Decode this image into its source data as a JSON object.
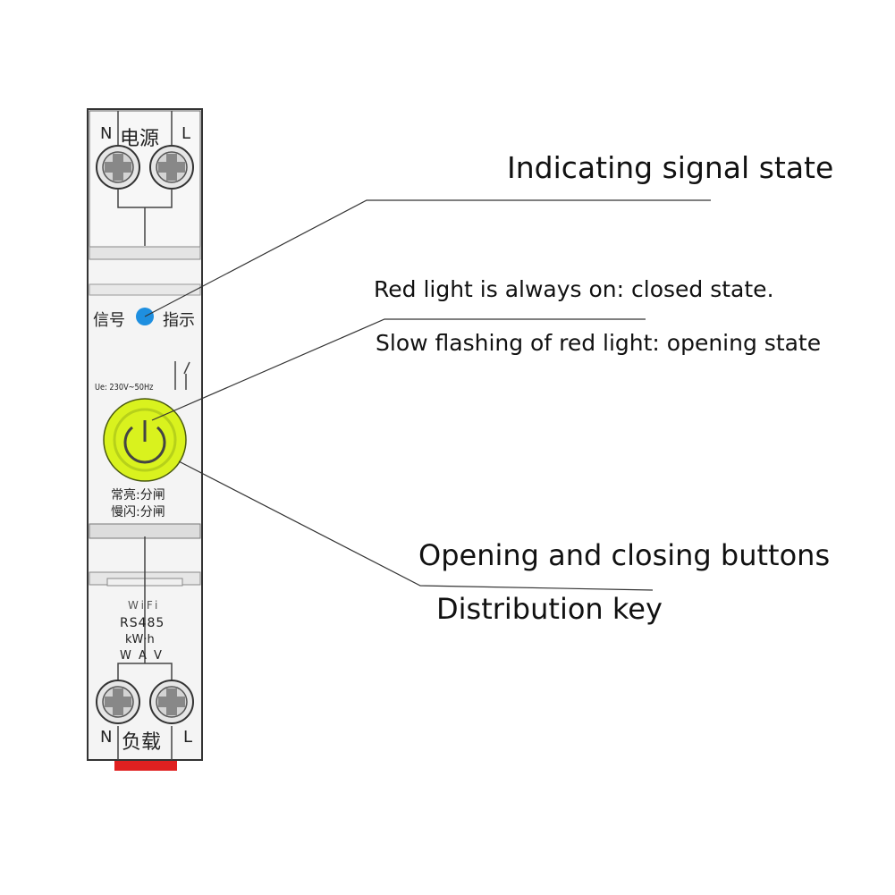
{
  "device": {
    "top_terminal": {
      "left": "N",
      "title": "电源",
      "right": "L"
    },
    "indicator": {
      "left": "信号",
      "right": "指示",
      "color": "#1e8fe0"
    },
    "rating": "Ue: 230V~50Hz",
    "button": {
      "color": "#d9f21e",
      "ring_color": "#b7d11a"
    },
    "button_caption": {
      "line1": "常亮:分闸",
      "line2": "慢闪:分闸"
    },
    "module_text": {
      "line1": "WiFi",
      "line2": "RS485",
      "line3": "kW·h",
      "line4": "W A V"
    },
    "bottom_terminal": {
      "left": "N",
      "title": "负载",
      "right": "L"
    },
    "clip_color": "#e02020"
  },
  "callouts": {
    "signal": "Indicating signal state",
    "red_on": "Red light is always on: closed state.",
    "red_flash": "Slow flashing of red light: opening state",
    "buttons": "Opening and closing buttons",
    "distribution": "Distribution key"
  }
}
